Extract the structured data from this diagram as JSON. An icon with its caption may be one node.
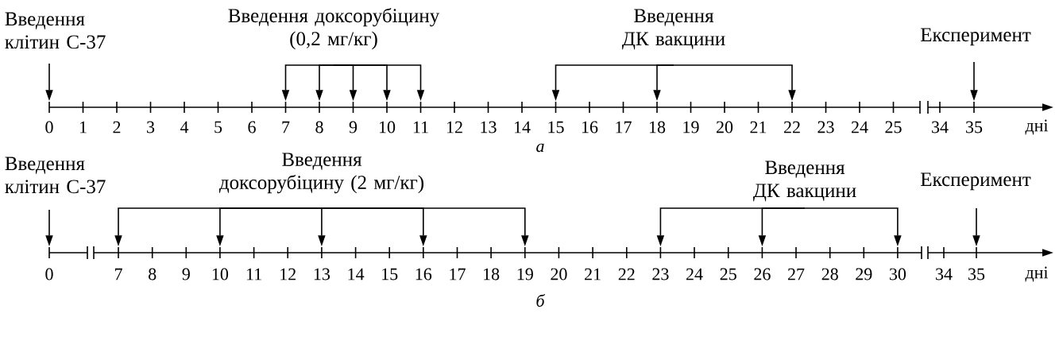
{
  "diagram": {
    "nodes": [
      {
        "text": [
          "Введення клітин С-37"
        ]
      },
      {
        "text": [
          "Введення доксорубіцину (0,2 мг/кг)"
        ]
      },
      {
        "text": [
          "Введення ДК вакцини"
        ]
      },
      {
        "text": [
          "Експеримент"
        ]
      },
      {
        "text": [
          "Введення клітин С-37"
        ]
      },
      {
        "text": [
          "Введення доксорубіцину (2 мг/кг)"
        ]
      },
      {
        "text": [
          "Введення ДК вакцини"
        ]
      },
      {
        "text": [
          "Експеримент"
        ]
      },
      {
        "text": [],
        "shape": "line"
      },
      {
        "text": [],
        "shape": "line"
      }
    ],
    "edges": [
      {
        "from": 0,
        "to": 8,
        "arrow": "to"
      },
      {
        "from": 1,
        "to": 8,
        "arrow": "to"
      },
      {
        "from": 1,
        "to": 8,
        "arrow": "to"
      },
      {
        "from": 1,
        "to": 8,
        "arrow": "to"
      },
      {
        "from": 1,
        "to": 8,
        "arrow": "to"
      },
      {
        "from": 1,
        "to": 8,
        "arrow": "to"
      },
      {
        "from": 2,
        "to": 8,
        "arrow": "to"
      },
      {
        "from": 2,
        "to": 8,
        "arrow": "to"
      },
      {
        "from": 2,
        "to": 8,
        "arrow": "to"
      },
      {
        "from": 3,
        "to": 8,
        "arrow": "to"
      },
      {
        "from": 4,
        "to": 9,
        "arrow": "to"
      },
      {
        "from": 5,
        "to": 9,
        "arrow": "to"
      },
      {
        "from": 5,
        "to": 9,
        "arrow": "to"
      },
      {
        "from": 5,
        "to": 9,
        "arrow": "to"
      },
      {
        "from": 5,
        "to": 9,
        "arrow": "to"
      },
      {
        "from": 5,
        "to": 9,
        "arrow": "to"
      },
      {
        "from": 6,
        "to": 9,
        "arrow": "to"
      },
      {
        "from": 6,
        "to": 9,
        "arrow": "to"
      },
      {
        "from": 6,
        "to": 9,
        "arrow": "to"
      },
      {
        "from": 7,
        "to": 9,
        "arrow": "to"
      }
    ],
    "labels": [
      "0",
      "1",
      "2",
      "3",
      "4",
      "5",
      "6",
      "7",
      "8",
      "9",
      "10",
      "11",
      "12",
      "13",
      "14",
      "15",
      "16",
      "17",
      "18",
      "19",
      "20",
      "21",
      "22",
      "23",
      "24",
      "25",
      "34",
      "35",
      "дні",
      "а",
      "0",
      "7",
      "8",
      "9",
      "10",
      "11",
      "12",
      "13",
      "14",
      "15",
      "16",
      "17",
      "18",
      "19",
      "20",
      "21",
      "22",
      "23",
      "24",
      "25",
      "26",
      "27",
      "28",
      "29",
      "30",
      "34",
      "35",
      "дні",
      "б"
    ]
  }
}
